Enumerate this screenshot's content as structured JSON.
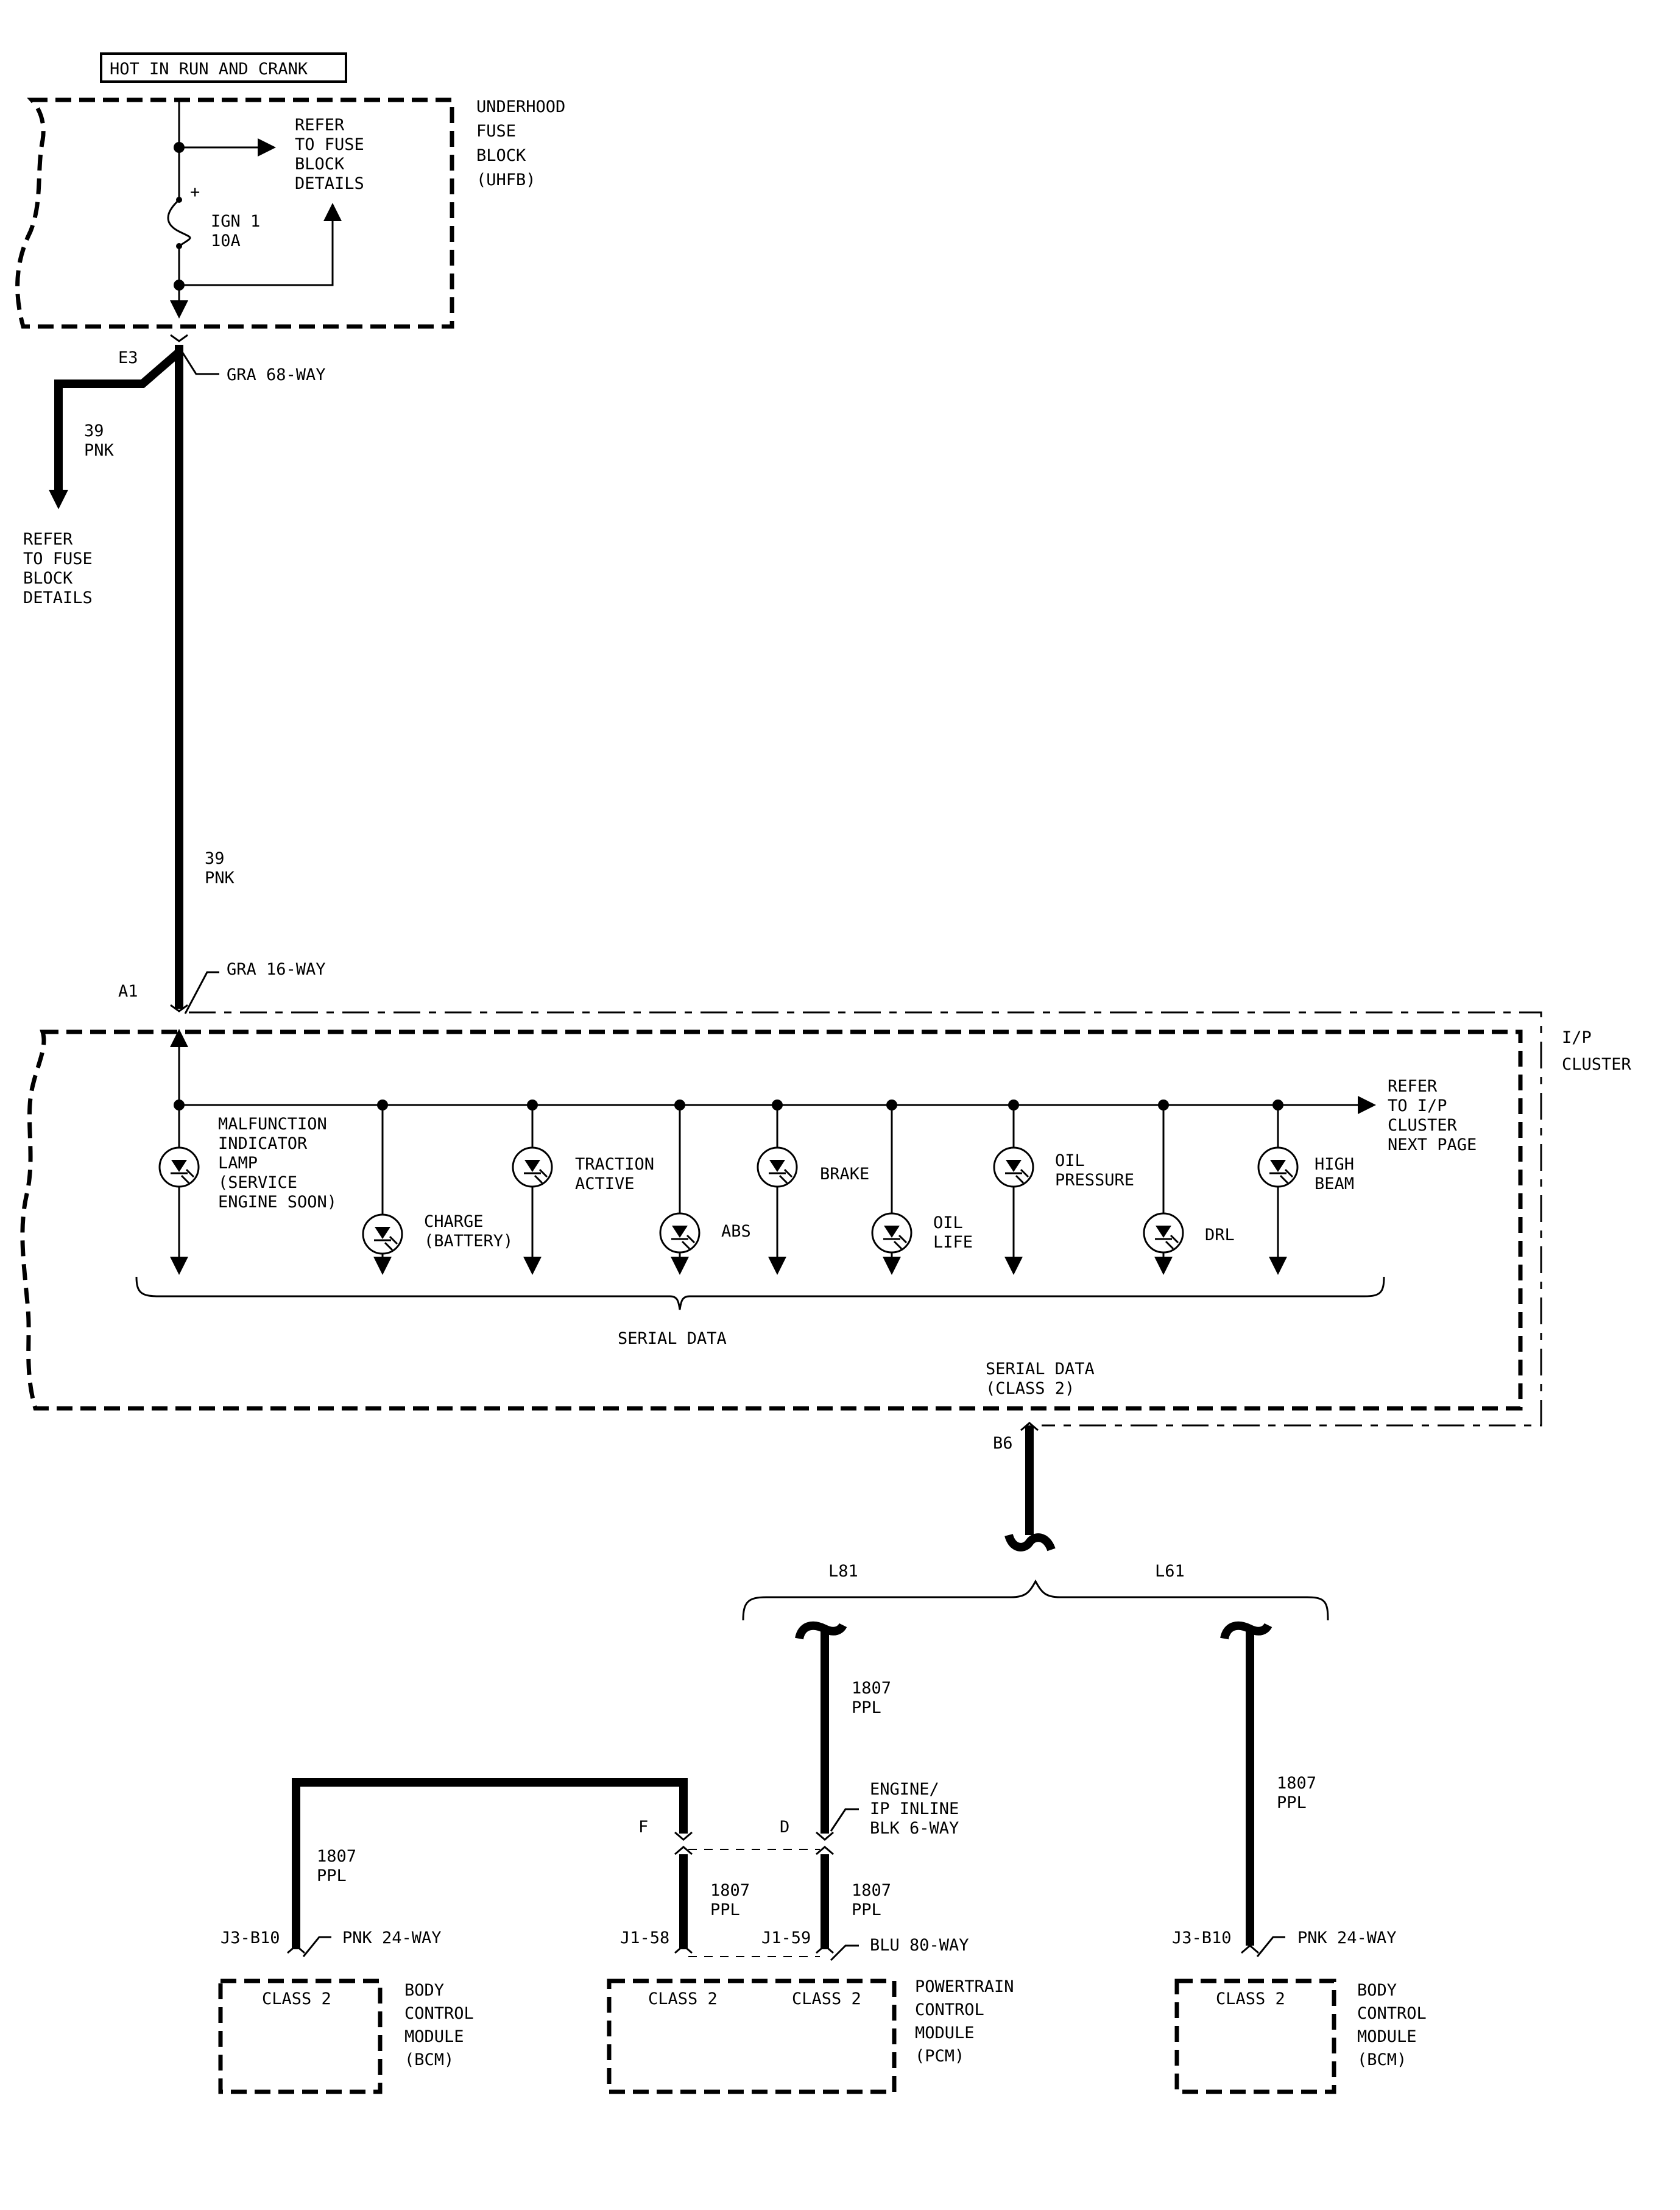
{
  "header": {
    "power_label": "HOT IN RUN AND CRANK"
  },
  "uhfb": {
    "title": [
      "UNDERHOOD",
      "FUSE",
      "BLOCK",
      "(UHFB)"
    ],
    "refer_fuse": [
      "REFER",
      "TO FUSE",
      "BLOCK",
      "DETAILS"
    ],
    "fuse_plus": "+",
    "fuse": [
      "IGN 1",
      "10A"
    ]
  },
  "connectors": {
    "e3_pin": "E3",
    "e3_connector": "GRA 68-WAY",
    "a1_pin": "A1",
    "a1_connector": "GRA 16-WAY",
    "b6_pin": "B6",
    "inline_f": "F",
    "inline_d": "D",
    "inline_connector": [
      "ENGINE/",
      "IP INLINE",
      "BLK 6-WAY"
    ],
    "bcm_left_pin": "J3-B10",
    "bcm_left_connector": "PNK 24-WAY",
    "pcm_pin_58": "J1-58",
    "pcm_pin_59": "J1-59",
    "pcm_connector": "BLU 80-WAY",
    "bcm_right_pin": "J3-B10",
    "bcm_right_connector": "PNK 24-WAY"
  },
  "wires": {
    "branch_39": [
      "39",
      "PNK"
    ],
    "branch_refer": [
      "REFER",
      "TO FUSE",
      "BLOCK",
      "DETAILS"
    ],
    "main_39": [
      "39",
      "PNK"
    ],
    "l81_1807": [
      "1807",
      "PPL"
    ],
    "l61_1807": [
      "1807",
      "PPL"
    ],
    "bcm_left_1807": [
      "1807",
      "PPL"
    ],
    "pcm_58_1807": [
      "1807",
      "PPL"
    ],
    "pcm_59_1807": [
      "1807",
      "PPL"
    ]
  },
  "cluster": {
    "title": [
      "I/P",
      "CLUSTER"
    ],
    "refer_next": [
      "REFER",
      "TO I/P",
      "CLUSTER",
      "NEXT PAGE"
    ],
    "lamps": {
      "mil": [
        "MALFUNCTION",
        "INDICATOR",
        "LAMP",
        "(SERVICE",
        "ENGINE SOON)"
      ],
      "charge": [
        "CHARGE",
        "(BATTERY)"
      ],
      "traction": [
        "TRACTION",
        "ACTIVE"
      ],
      "abs": [
        "ABS"
      ],
      "brake": [
        "BRAKE"
      ],
      "oil_life": [
        "OIL",
        "LIFE"
      ],
      "oil_pressure": [
        "OIL",
        "PRESSURE"
      ],
      "drl": [
        "DRL"
      ],
      "high_beam": [
        "HIGH",
        "BEAM"
      ]
    },
    "serial_data": "SERIAL DATA",
    "serial_data_class2": [
      "SERIAL DATA",
      "(CLASS 2)"
    ]
  },
  "options": {
    "l81": "L81",
    "l61": "L61"
  },
  "modules": {
    "bcm_left": {
      "class": "CLASS 2",
      "name": [
        "BODY",
        "CONTROL",
        "MODULE",
        "(BCM)"
      ]
    },
    "pcm": {
      "class_58": "CLASS 2",
      "class_59": "CLASS 2",
      "name": [
        "POWERTRAIN",
        "CONTROL",
        "MODULE",
        "(PCM)"
      ]
    },
    "bcm_right": {
      "class": "CLASS 2",
      "name": [
        "BODY",
        "CONTROL",
        "MODULE",
        "(BCM)"
      ]
    }
  }
}
